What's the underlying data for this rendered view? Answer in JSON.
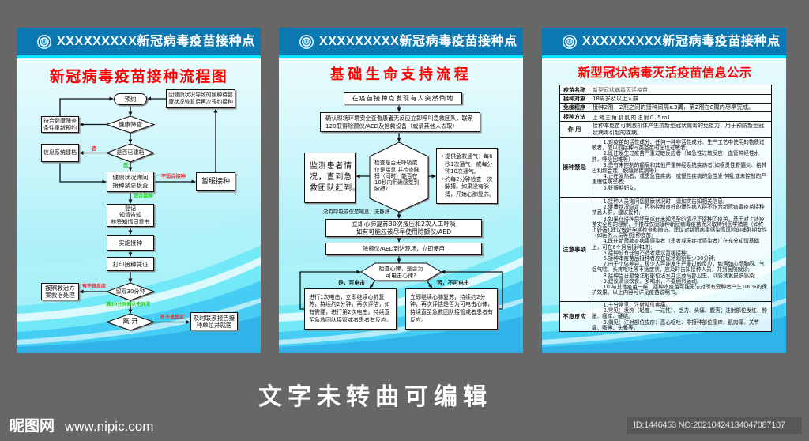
{
  "theme": {
    "canvas_background": "#676767",
    "header_blue": "#0b78b1",
    "header_stripe": "#00e8ff",
    "title_red": "#ff0000",
    "label_red": "#ff1a1a",
    "label_green": "#1fd81f"
  },
  "poster1": {
    "header": "XXXXXXXXX新冠病毒疫苗接种点",
    "title": "新冠病毒疫苗接种流程图",
    "appointment": "预约",
    "deferred_rebook": [
      "因健康状况导致的缓种待健",
      "康状况恢复后再次预约接种"
    ],
    "screening": "健康筛查",
    "rebook": [
      "符合健康筛查",
      "条件重新预约"
    ],
    "record_check": "是否已建档",
    "label_no": "否",
    "create_record": "信息系统建档",
    "label_yes": "是",
    "health_inquiry": [
      "健康状况询问",
      "接种禁忌核查"
    ],
    "label_unsuitable": "不适合接种",
    "postpone": "暂缓接种",
    "label_suitable": "适合接种",
    "register": [
      "登记",
      "知情告知",
      "核签知情同意书"
    ],
    "vaccinate": "实施接种",
    "print_certificate": "打印接种凭证",
    "observe": "留观30分钟",
    "label_adverse_observe": "有不良反应",
    "treat": [
      "按照救治方",
      "案救治处理"
    ],
    "label_ok": "满30分钟确认无异常",
    "leave": "离 开",
    "label_adverse_leave": "有不良反应",
    "report": [
      "及时联系报告接",
      "种单位并就医"
    ]
  },
  "poster2": {
    "header": "XXXXXXXXX新冠病毒疫苗接种点",
    "title": "基础生命支持流程",
    "collapse_found": "在疫苗接种点发现有人突然倒地",
    "confirm_call": [
      "确认现场环境安全查看患者无反应立即呼叫急救团队，联系",
      "120取得除颤仪/AED及抢救设备（或请其他人去取）"
    ],
    "check_breathing": [
      "检查是否无呼吸或",
      "仅是喘息,并检查脉",
      "搏（同时）能否在",
      "10秒内明确感觉到",
      "脉搏?"
    ],
    "monitor": [
      "监测患者情",
      "况，直到急",
      "救团队赶到。"
    ],
    "rescue_breathing": [
      "提供急救通气：每6秒1次通气，或每分钟10次通气。",
      "约每2分钟检查一次脉搏。如果没有脉搏，开始心肺复苏。"
    ],
    "label_no_pulse": "没有呼吸或仅是喘息，无脉搏",
    "cpr": [
      "立即心肺复苏30次按压和2次人工呼吸",
      "如有可能应该尽早使用除颤仪/AED"
    ],
    "aed_arrives": "除颤仪/AED到达现场，立即使用",
    "check_rhythm": [
      "检查心律，是否为",
      "可电击心律?"
    ],
    "label_shockable": "是，可电击",
    "label_not_shockable": "否，不可电击",
    "shock_action": "进行1次电击，立即继续心肺复苏，持续约2分钟，再次评估，如有需要，进行第2次电击。持续直至急救团队接管或者患者有反应。",
    "no_shock_action": "立即继续心肺复苏，持续约2分钟，再次评估是否为可电击心律，持续直至急救团队接管或者患者有反应。"
  },
  "poster3": {
    "header": "XXXXXXXXX新冠病毒疫苗接种点",
    "title": "新型冠状病毒灭活疫苗信息公示",
    "rows": [
      {
        "label": "疫苗名称",
        "value": "新型冠状病毒灭活疫苗"
      },
      {
        "label": "接种对象",
        "value": "18周岁及以上人群"
      },
      {
        "label": "免疫程序",
        "value": "接种2剂，2剂之间的接种间隔≥3周，第2剂在8周内尽早完成。"
      },
      {
        "label": "接种方法",
        "value": "上臂三角肌肌肉注射0.5ml"
      },
      {
        "label": "作 用",
        "value": "接种本疫苗可刺激机体产生抗新型冠状病毒的免疫力，用于预防新型冠状病毒引起的疾病。"
      },
      {
        "label": "接种禁忌",
        "items": [
          "1.对疫苗的活性成分、任何一种非活性成分、生产工艺中使用的物质过敏者，或以前接种同类疫苗时出现过敏者;",
          "2.既往发生过疫苗严重过敏反应者（如急性过敏反应、血管神经性水肿、呼吸困难等）;",
          "3.患有未控制的癫痫和其他严重神经系统疾病者(如横贯性脊髓炎、格林巴利综合症、脱髓鞘疾病等);",
          "4.正在发热者，或患急性疾病，或慢性疾病的急性发作期,或未控制的严重慢性病患者;",
          "5.妊娠期妇女。"
        ]
      },
      {
        "label": "注意事项",
        "items": [
          "1.接种人员询问您健康状况时，请如实告知相关信息;",
          "2.健康状况稳定，药物控制良好的慢性病人群不作为新冠病毒疫苗接种禁忌人群，建议接种;",
          "3.如果在接种后怀孕或在未知怀孕的情况下接种了疫苗，基于对上述疫苗安全性的理解，不推荐仅因接种新冠病毒疫苗而采取特别医学措施（如终止妊娠),建议做好孕期检查和随访。建议对新冠病毒感染高风险的哺乳期女性（如医务人员等)接种疫苗;",
          "4.既往新冠肺炎病毒感染者（患者或无症状感染者）在充分知情基础上，可在6个月后接种1剂;",
          "5.接种前有任何不适者建议暂缓接种;",
          "6.接种本疫苗后接种者应在现场观察至少30分钟;",
          "7.由于个体差异，极少人可能发生严重过敏反应，如遇如心慌胸闷、气促气喘、头疼呕吐等不适症状，应及时告知接种人员，并到医院就诊;",
          "8.接种当日避免注射部位沾水并注意局部卫生，以防诱发皮肤感染;",
          "9.建议清淡饮食、多喝水，不要剧烈运动。",
          "10.与其他疫苗一样，接种本疫苗可能无法对所有受种者产生100%的保护效果。以上内容可详见疫苗说明书。"
        ]
      },
      {
        "label": "不良反应",
        "items": [
          "1.十分常见：注射部位疼痛。",
          "2.常见：发热（轻度、一过性）、乏力、头痛、腹泻；注射部位发红、肿胀、瘙痒、硬结。",
          "3.偶见：注射部位皮疹；恶心呕吐、非接种部位瘙痒、肌肉痛、关节痛、嗜睡、头晕等。"
        ]
      }
    ]
  },
  "caption": "文字未转曲可编辑",
  "watermark": {
    "site_name": "昵图网",
    "url": "www.nipic.com",
    "id_text": "ID:1446453 NO:20210424134047087107"
  }
}
